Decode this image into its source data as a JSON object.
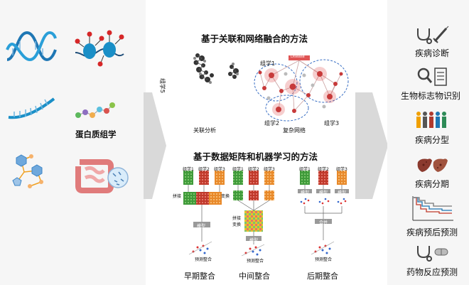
{
  "omics_inputs": {
    "protein_label": "蛋白质组学"
  },
  "top_method": {
    "title": "基于关联和网络融合的方法",
    "assoc_label": "关联分析",
    "network_label": "复杂网络",
    "omics5": "组学5",
    "omics1": "组学1",
    "omics2": "组学2",
    "omics3": "组学3",
    "disease_tag": "Disease"
  },
  "bottom_method": {
    "title": "基于数据矩阵和机器学习的方法",
    "omics_tags": [
      "组学1",
      "组学2",
      "组学3"
    ],
    "concat": "拼接",
    "transform": "变换",
    "concat_transform": "拼接\n变换",
    "model": "模型",
    "fuse": "合并",
    "result": "预测整合",
    "early": "早期整合",
    "middle": "中间整合",
    "late": "后期整合"
  },
  "outputs": [
    {
      "label": "疾病诊断",
      "icon": "stethoscope-syringe-icon"
    },
    {
      "label": "生物标志物识别",
      "icon": "magnifier-checklist-icon"
    },
    {
      "label": "疾病分型",
      "icon": "population-icon"
    },
    {
      "label": "疾病分期",
      "icon": "liver-icon"
    },
    {
      "label": "疾病预后预测",
      "icon": "survival-curve-icon"
    },
    {
      "label": "药物反应预测",
      "icon": "stethoscope-pill-icon"
    }
  ],
  "colors": {
    "arrow": "#d9d9d9",
    "green": "#3f9a3a",
    "red": "#c0392b",
    "orange": "#e8892a",
    "dna_blue": "#1f77b4",
    "network_red": "#e05454",
    "network_blue": "#3a6fc4"
  }
}
